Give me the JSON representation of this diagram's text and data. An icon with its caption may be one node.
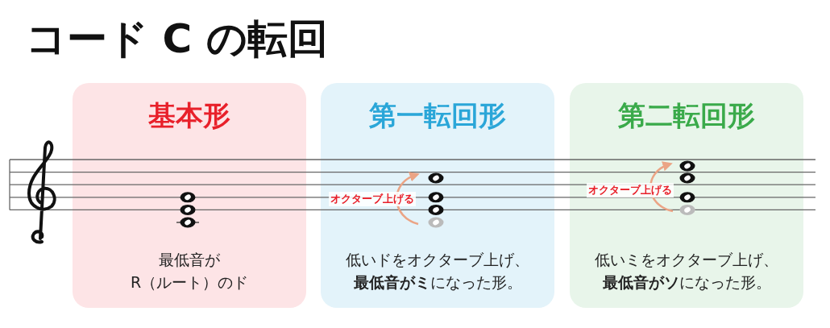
{
  "diagram": {
    "title": "コード C の転回",
    "nodes": [
      {
        "text": [
          "基本形",
          "最低音が R（ルート）のド"
        ]
      },
      {
        "text": [
          "第一転回形",
          "低いドをオクターブ上げ、**最低音がミ**になった形。"
        ]
      },
      {
        "text": [
          "第二転回形",
          "低いミをオクターブ上げ、**最低音がソ**になった形。"
        ]
      }
    ],
    "labels": [
      "オクターブ上げる",
      "オクターブ上げる"
    ]
  }
}
